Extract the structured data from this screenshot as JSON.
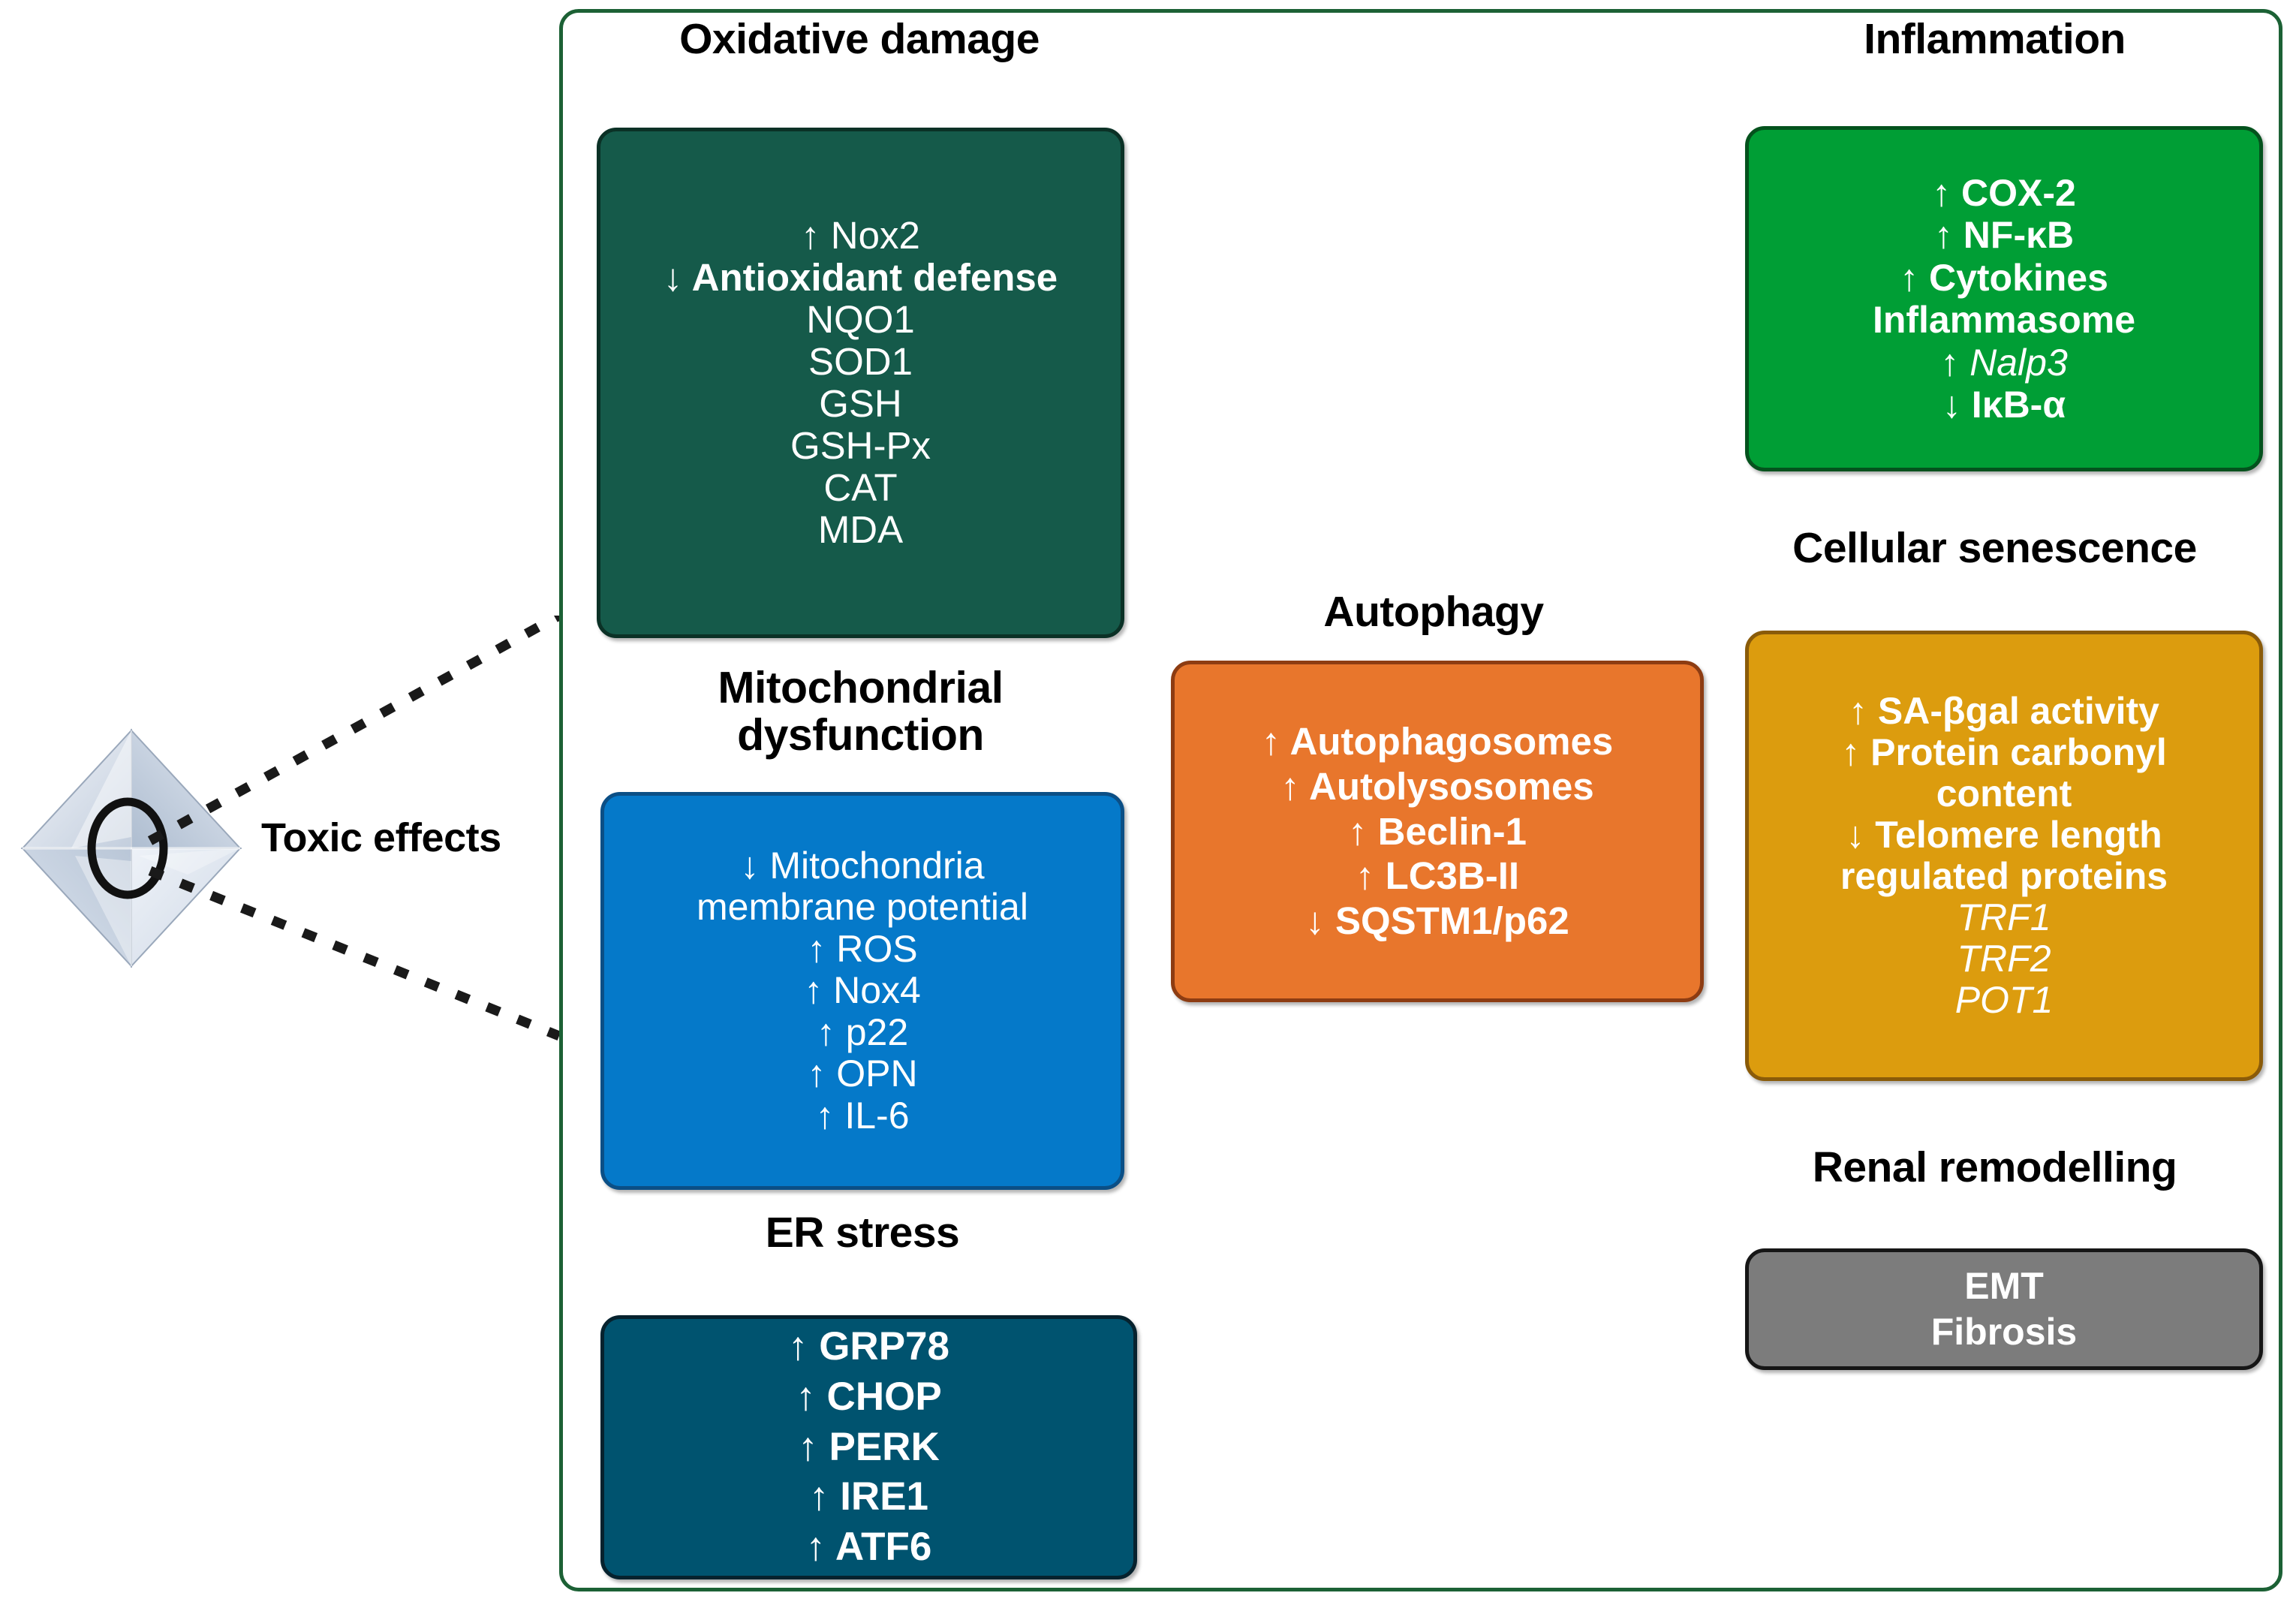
{
  "diagram": {
    "source_label": "Toxic effects",
    "icon": "nanoparticle-octahedron-icon",
    "frame_color": "#1c6135"
  },
  "sections": [
    {
      "id": "oxidative-damage",
      "title": "Oxidative damage",
      "color": "#155a4a",
      "border_color": "#0b3126",
      "lines": [
        {
          "text": "↑ Nox2",
          "bold": false,
          "italic": false
        },
        {
          "text": "↓ Antioxidant defense",
          "bold": true,
          "italic": false
        },
        {
          "text": "NQO1",
          "bold": false,
          "italic": false
        },
        {
          "text": "SOD1",
          "bold": false,
          "italic": false
        },
        {
          "text": "GSH",
          "bold": false,
          "italic": false
        },
        {
          "text": "GSH-Px",
          "bold": false,
          "italic": false
        },
        {
          "text": "CAT",
          "bold": false,
          "italic": false
        },
        {
          "text": "MDA",
          "bold": false,
          "italic": false
        }
      ]
    },
    {
      "id": "mitochondrial-dysfunction",
      "title": "Mitochondrial\ndysfunction",
      "color": "#0579c9",
      "border_color": "#0b4f86",
      "lines": [
        {
          "text": "↓ Mitochondria",
          "bold": false,
          "italic": false
        },
        {
          "text": "membrane potential",
          "bold": false,
          "italic": false
        },
        {
          "text": "↑ ROS",
          "bold": false,
          "italic": false
        },
        {
          "text": "↑ Nox4",
          "bold": false,
          "italic": false
        },
        {
          "text": "↑ p22",
          "bold": false,
          "italic": false
        },
        {
          "text": "↑ OPN",
          "bold": false,
          "italic": false
        },
        {
          "text": "↑ IL-6",
          "bold": false,
          "italic": false
        }
      ]
    },
    {
      "id": "er-stress",
      "title": "ER stress",
      "color": "#00536f",
      "border_color": "#06222e",
      "lines": [
        {
          "text": "↑ GRP78",
          "bold": true,
          "italic": false
        },
        {
          "text": "↑ CHOP",
          "bold": true,
          "italic": false
        },
        {
          "text": "↑ PERK",
          "bold": true,
          "italic": false
        },
        {
          "text": "↑ IRE1",
          "bold": true,
          "italic": false
        },
        {
          "text": "↑ ATF6",
          "bold": true,
          "italic": false
        }
      ]
    },
    {
      "id": "autophagy",
      "title": "Autophagy",
      "color": "#e8762c",
      "border_color": "#8d3c12",
      "lines": [
        {
          "text": "↑ Autophagosomes",
          "bold": true,
          "italic": false
        },
        {
          "text": "↑ Autolysosomes",
          "bold": true,
          "italic": false
        },
        {
          "text": "↑ Beclin-1",
          "bold": true,
          "italic": false
        },
        {
          "text": "↑ LC3B-II",
          "bold": true,
          "italic": false
        },
        {
          "text": "↓ SQSTM1/p62",
          "bold": true,
          "italic": false
        }
      ]
    },
    {
      "id": "inflammation",
      "title": "Inflammation",
      "color": "#009e35",
      "border_color": "#04521d",
      "lines": [
        {
          "text": "↑ COX-2",
          "bold": true,
          "italic": false
        },
        {
          "text": "↑ NF-κB",
          "bold": true,
          "italic": false
        },
        {
          "text": "↑ Cytokines",
          "bold": true,
          "italic": false
        },
        {
          "text": "Inflammasome",
          "bold": true,
          "italic": false
        },
        {
          "text": "↑ Nalp3",
          "bold": false,
          "italic": true
        },
        {
          "text": "↓ IκB-α",
          "bold": true,
          "italic": false
        }
      ]
    },
    {
      "id": "cellular-senescence",
      "title": "Cellular senescence",
      "color": "#dc9c0e",
      "border_color": "#8a5b09",
      "lines": [
        {
          "text": "↑ SA-βgal activity",
          "bold": true,
          "italic": false
        },
        {
          "text": "↑ Protein carbonyl",
          "bold": true,
          "italic": false
        },
        {
          "text": "content",
          "bold": true,
          "italic": false
        },
        {
          "text": "↓ Telomere length",
          "bold": true,
          "italic": false
        },
        {
          "text": "regulated proteins",
          "bold": true,
          "italic": false
        },
        {
          "text": "TRF1",
          "bold": false,
          "italic": true
        },
        {
          "text": "TRF2",
          "bold": false,
          "italic": true
        },
        {
          "text": "POT1",
          "bold": false,
          "italic": true
        }
      ]
    },
    {
      "id": "renal-remodelling",
      "title": "Renal remodelling",
      "color": "#7c7c7c",
      "border_color": "#161616",
      "lines": [
        {
          "text": "EMT",
          "bold": true,
          "italic": false
        },
        {
          "text": "Fibrosis",
          "bold": true,
          "italic": false
        }
      ]
    }
  ]
}
